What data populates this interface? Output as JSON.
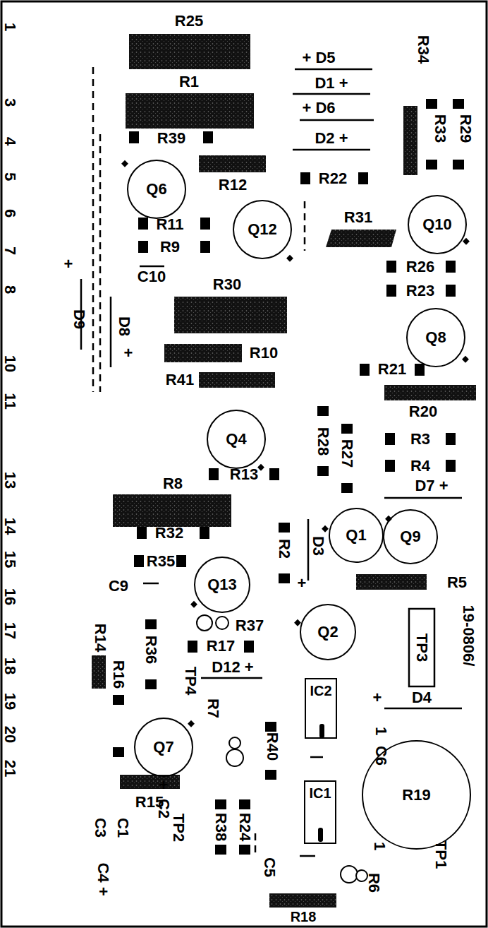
{
  "diagram": {
    "nodes": [
      {
        "text": [
          "Q6"
        ]
      },
      {
        "text": [
          "Q12"
        ]
      },
      {
        "text": [
          "Q10"
        ]
      },
      {
        "text": [
          "Q8"
        ]
      },
      {
        "text": [
          "Q4"
        ]
      },
      {
        "text": [
          "Q1"
        ]
      },
      {
        "text": [
          "Q9"
        ]
      },
      {
        "text": [
          "Q13"
        ]
      },
      {
        "text": [
          "Q2"
        ]
      },
      {
        "text": [
          "TP3"
        ]
      },
      {
        "text": [
          "IC2"
        ]
      },
      {
        "text": [
          "Q7"
        ]
      },
      {
        "text": [
          "IC1"
        ]
      },
      {
        "text": [
          "R19"
        ]
      }
    ],
    "labels": [
      "1",
      "3",
      "4",
      "5",
      "6",
      "7",
      "8",
      "10",
      "11",
      "13",
      "14",
      "15",
      "16",
      "17",
      "18",
      "19",
      "20",
      "21",
      "R25",
      "R1",
      "R39",
      "R12",
      "R11",
      "R9",
      "C10",
      "R30",
      "R10",
      "R41",
      "+",
      "D9",
      "D8",
      "+",
      "+ D5",
      "D1 +",
      "+ D6",
      "D2 +",
      "R34",
      "R33",
      "R29",
      "R22",
      "R31",
      "R26",
      "R23",
      "R21",
      "R20",
      "R28",
      "R27",
      "R3",
      "R4",
      "D7 +",
      "R13",
      "R8",
      "R32",
      "R35",
      "C9",
      "R2",
      "D3",
      "+",
      "R5",
      "19-0806/",
      "R37",
      "R36",
      "R17",
      "D12 +",
      "R14",
      "R16",
      "TP4",
      "R7",
      "R40",
      "+",
      "D4",
      "1",
      "C6",
      "R15",
      "R38",
      "R24",
      "TP2",
      "+",
      "C2",
      "C3",
      "C1",
      "C4 +",
      "C5",
      "1",
      "R6",
      "TP1",
      "R18"
    ]
  }
}
